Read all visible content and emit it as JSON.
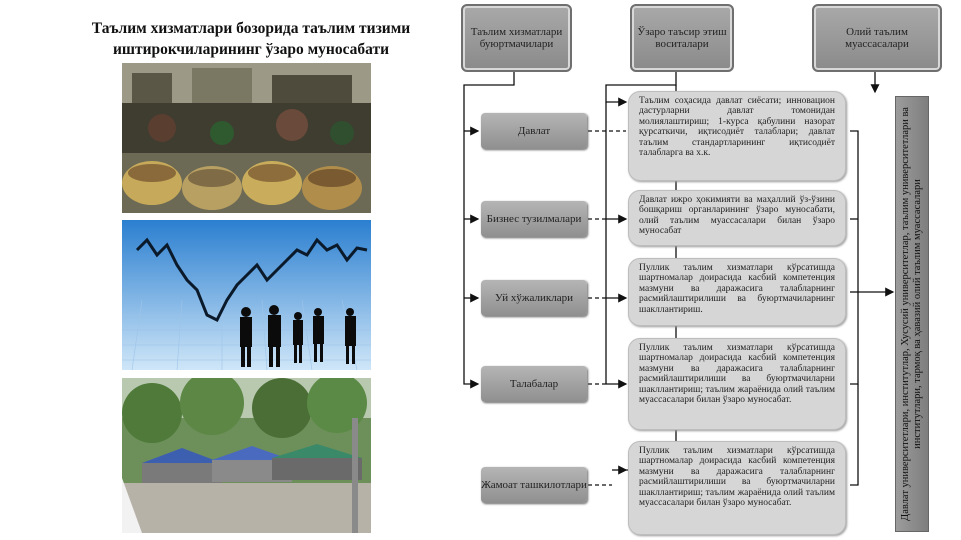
{
  "title": {
    "line1": "Таълим хизматлари бозорида таълим тизими",
    "line2": "иштирокчиларининг ўзаро муносабати"
  },
  "headers": {
    "customers": "Таълим хизматлари буюртмачилари",
    "means": "Ўзаро таъсир этиш воситалари",
    "institutions": "Олий таълим муассасалари"
  },
  "customers": [
    {
      "label": "Давлат"
    },
    {
      "label": "Бизнес тузилмалари"
    },
    {
      "label": "Уй хўжаликлари"
    },
    {
      "label": "Талабалар"
    },
    {
      "label": "Жамоат ташкилотлари"
    }
  ],
  "descriptions": [
    "Таълим соҳасида давлат сиёсати; инновацион дастурларни давлат томонидан молиялаштириш; 1-курса қабулини назорат қурсаткичи, иқтисодиёт талаблари; давлат таълим стандартларининг иқтисодиёт талабларга ва х.к.",
    "Давлат ижро ҳокимияти ва маҳаллий ўз-ўзини бошқариш органларининг ўзаро муносабати, олий таълим муассасалари билан ўзаро муносабат",
    "Пуллик таълим хизматлари кўрсатишда шартномалар доирасида касбий компетенция мазмуни ва даражасига талабларнинг расмийлаштирилиши ва буюртмачиларнинг шакллантириш.",
    "Пуллик таълим хизматлари кўрсатишда шартномалар доирасида касбий компетенция мазмуни ва даражасига талабларнинг расмийлаштирилиши ва буюртмачиларни шакллантириш; таълим жараёнида олий таълим муассасалари билан ўзаро муносабат.",
    "Пуллик таълим хизматлари кўрсатишда шартномалар доирасида касбий компетенция мазмуни ва даражасига талабларнинг расмийлаштирилиши ва буюртмачиларни шакллантириш; таълим жараёнида олий таълим муассасалари билан ўзаро муносабат."
  ],
  "institutions_list": "Давлат университетлари, институтлар, Хусусий университетлар, таълим университетлари ва институтлари, тармоқ ва ҳавазий олий таълим муассасалари",
  "colors": {
    "box": "#9a9a9a",
    "desc": "#d6d6d6",
    "line": "#111111"
  }
}
